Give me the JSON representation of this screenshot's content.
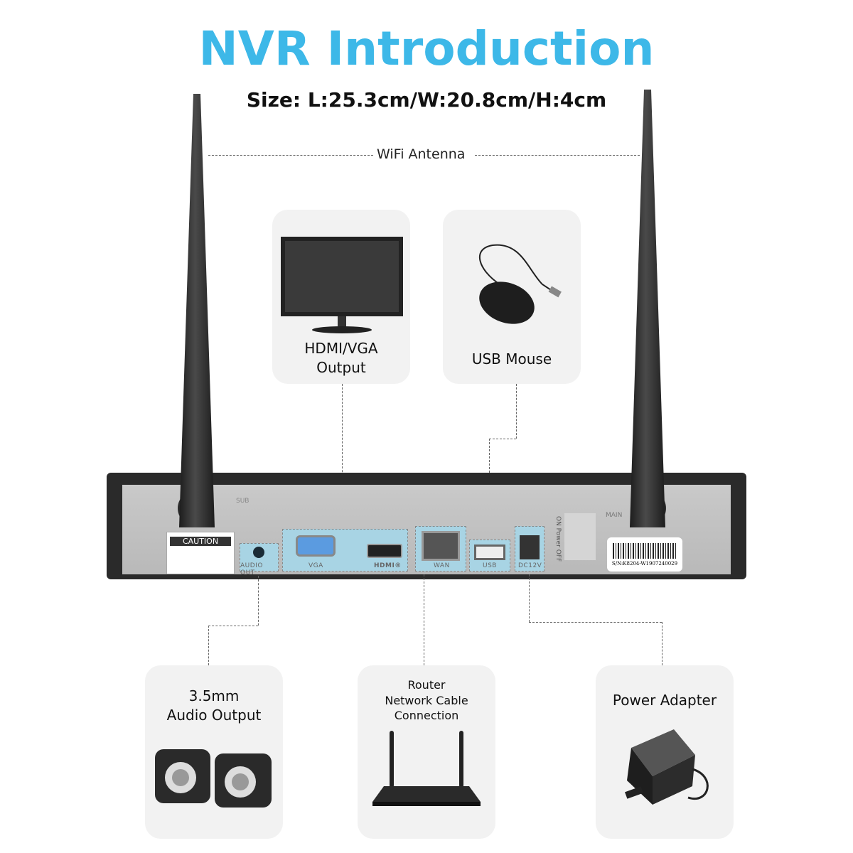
{
  "title": "NVR Introduction",
  "size": "Size: L:25.3cm/W:20.8cm/H:4cm",
  "wifi_label": "WiFi Antenna",
  "cards": {
    "hdmi": {
      "line1": "HDMI/VGA",
      "line2": "Output"
    },
    "usb": {
      "line1": "USB Mouse"
    },
    "audio": {
      "line1": "3.5mm",
      "line2": "Audio Output"
    },
    "router": {
      "line1": "Router",
      "line2": "Network Cable",
      "line3": "Connection"
    },
    "power": {
      "line1": "Power Adapter"
    }
  },
  "device": {
    "sub": "SUB",
    "main": "MAIN",
    "caution": "CAUTION",
    "audio_out": "AUDIO OUT",
    "vga": "VGA",
    "hdmi": "HDMI®",
    "wan": "WAN",
    "usb": "USB",
    "dc": "DC12V",
    "power_switch": "ON Power OFF",
    "serial": "S/N:K8204-W1907240029"
  },
  "colors": {
    "title": "#3db8e8",
    "port_highlight": "#a8d4e4",
    "card_bg": "#f2f2f2"
  }
}
